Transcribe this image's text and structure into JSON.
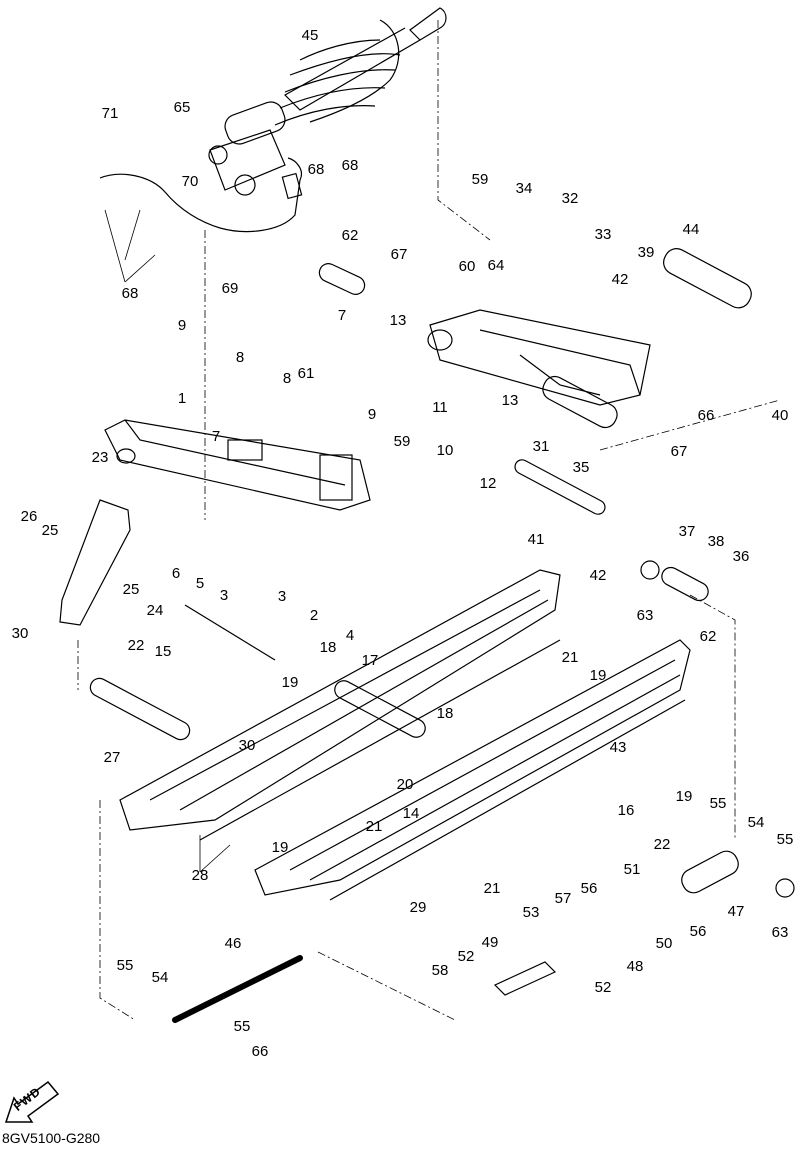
{
  "diagram_code": "8GV5100-G280",
  "fwd_label": "FWD",
  "part_numbers": [
    "1",
    "2",
    "3",
    "4",
    "5",
    "6",
    "7",
    "8",
    "9",
    "10",
    "11",
    "12",
    "13",
    "14",
    "15",
    "16",
    "17",
    "18",
    "19",
    "20",
    "21",
    "22",
    "23",
    "24",
    "25",
    "26",
    "27",
    "28",
    "29",
    "30",
    "31",
    "32",
    "33",
    "34",
    "35",
    "36",
    "37",
    "38",
    "39",
    "40",
    "41",
    "42",
    "43",
    "44",
    "45",
    "46",
    "47",
    "48",
    "49",
    "50",
    "51",
    "52",
    "53",
    "54",
    "55",
    "56",
    "57",
    "58",
    "59",
    "60",
    "61",
    "62",
    "63",
    "64",
    "65",
    "66",
    "67",
    "68",
    "69",
    "70",
    "71"
  ]
}
